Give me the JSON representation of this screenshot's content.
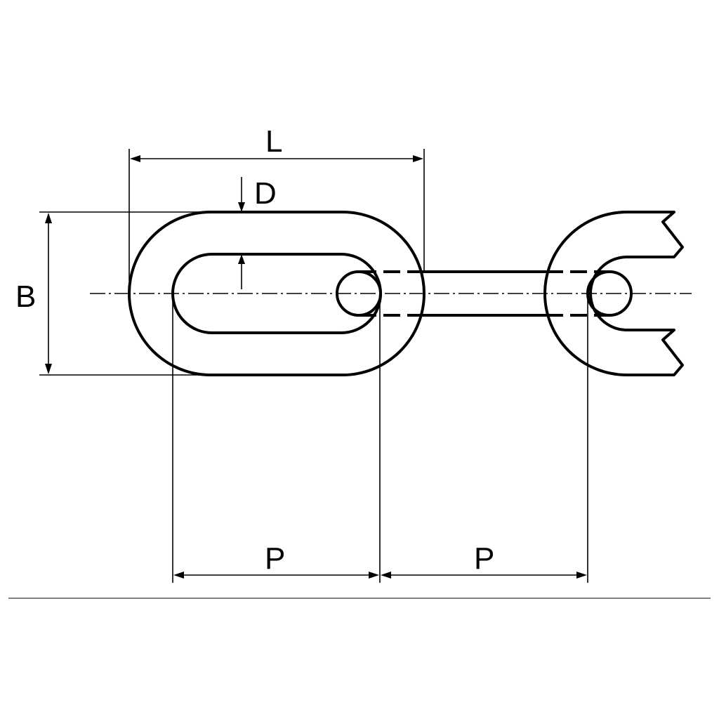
{
  "diagram": {
    "labels": {
      "length": "L",
      "material_diameter": "D",
      "width": "B",
      "pitch_left": "P",
      "pitch_right": "P"
    },
    "colors": {
      "line": "#000000",
      "background": "#ffffff"
    }
  }
}
